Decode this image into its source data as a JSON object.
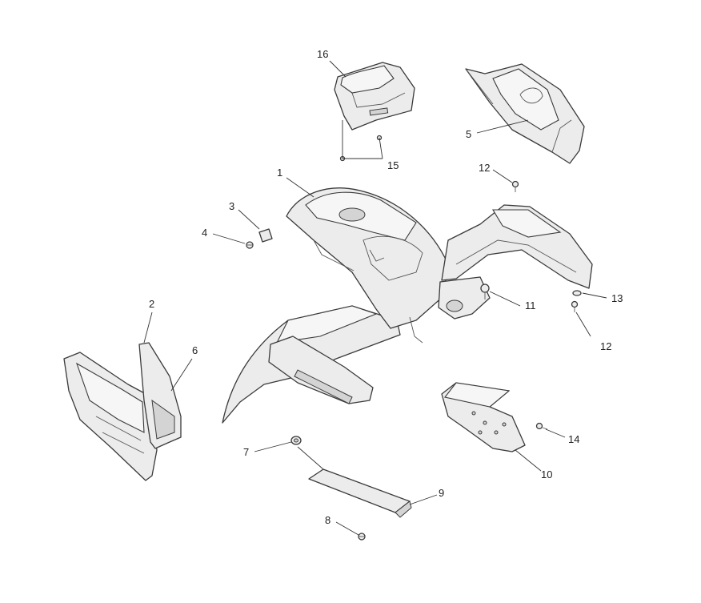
{
  "callouts": [
    {
      "id": "c16",
      "text": "16"
    },
    {
      "id": "c5",
      "text": "5"
    },
    {
      "id": "c15",
      "text": "15"
    },
    {
      "id": "c1",
      "text": "1"
    },
    {
      "id": "c12a",
      "text": "12"
    },
    {
      "id": "c3",
      "text": "3"
    },
    {
      "id": "c4",
      "text": "4"
    },
    {
      "id": "c13",
      "text": "13"
    },
    {
      "id": "c11",
      "text": "11"
    },
    {
      "id": "c12b",
      "text": "12"
    },
    {
      "id": "c2",
      "text": "2"
    },
    {
      "id": "c6",
      "text": "6"
    },
    {
      "id": "c14",
      "text": "14"
    },
    {
      "id": "c10",
      "text": "10"
    },
    {
      "id": "c7",
      "text": "7"
    },
    {
      "id": "c9",
      "text": "9"
    },
    {
      "id": "c8",
      "text": "8"
    }
  ],
  "colors": {
    "line": "#3a3a3a",
    "fill": "#ececec",
    "background": "#ffffff"
  }
}
